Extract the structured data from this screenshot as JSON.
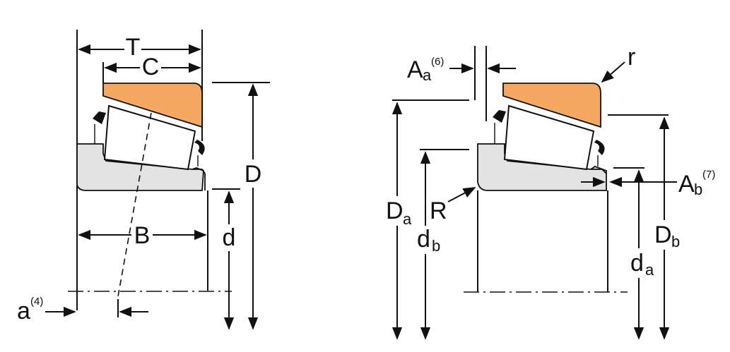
{
  "colors": {
    "cup": "#F5A862",
    "cone": "#E3E3E3",
    "roller": "#FFFFFF",
    "cage": "#111111"
  },
  "left_view": {
    "T": "T",
    "C": "C",
    "D": "D",
    "B": "B",
    "d": "d",
    "a": "a",
    "a_note": "(4)"
  },
  "right_view": {
    "Aa": "A",
    "Aa_sub": "a",
    "Aa_note": "(6)",
    "r": "r",
    "Da": "D",
    "Da_sub": "a",
    "R": "R",
    "db": "d",
    "db_sub": "b",
    "Ab": "A",
    "Ab_sub": "b",
    "Ab_note": "(7)",
    "Db": "D",
    "Db_sub": "b",
    "da": "d",
    "da_sub": "a"
  }
}
